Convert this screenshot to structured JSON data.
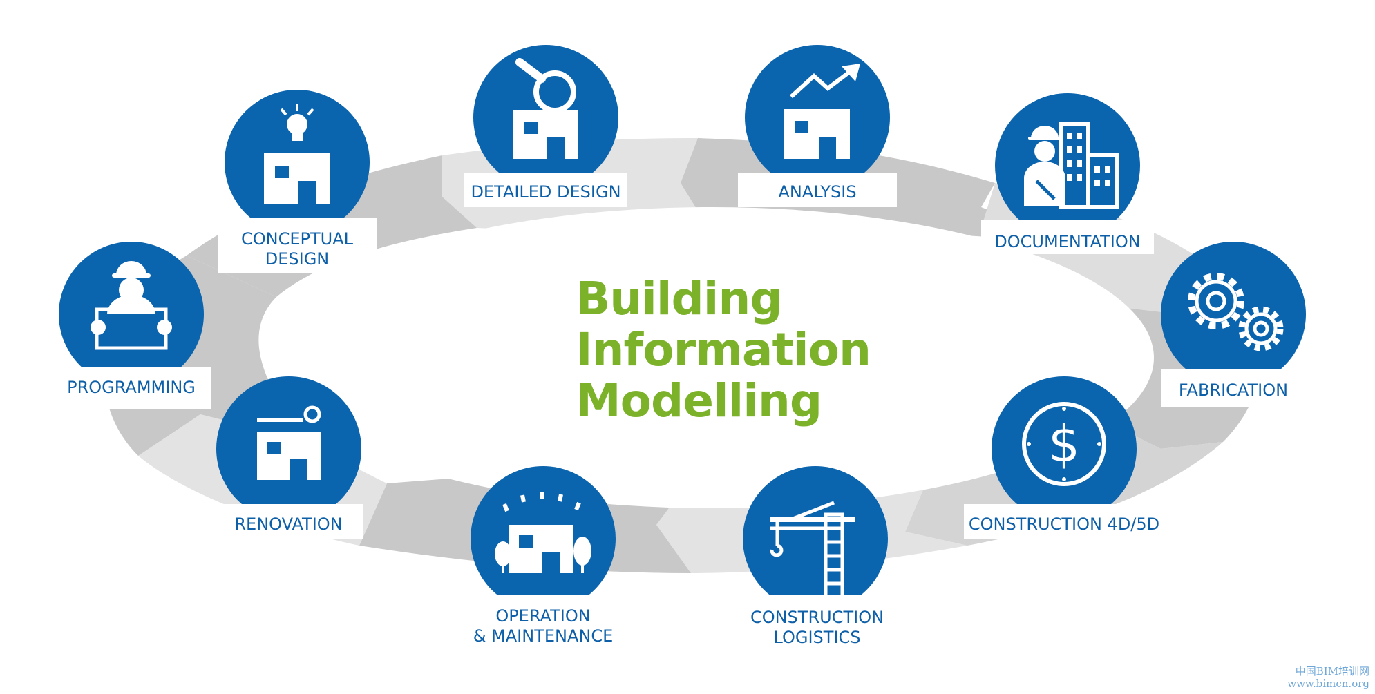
{
  "title": {
    "line1": "Building",
    "line2": "Information",
    "line3": "Modelling"
  },
  "stages": [
    {
      "id": "programming",
      "lines": [
        "PROGRAMMING"
      ]
    },
    {
      "id": "conceptual-design",
      "lines": [
        "CONCEPTUAL",
        "DESIGN"
      ]
    },
    {
      "id": "detailed-design",
      "lines": [
        "DETAILED DESIGN"
      ]
    },
    {
      "id": "analysis",
      "lines": [
        "ANALYSIS"
      ]
    },
    {
      "id": "documentation",
      "lines": [
        "DOCUMENTATION"
      ]
    },
    {
      "id": "fabrication",
      "lines": [
        "FABRICATION"
      ]
    },
    {
      "id": "construction-4d-5d",
      "lines": [
        "CONSTRUCTION 4D/5D"
      ]
    },
    {
      "id": "construction-logistics",
      "lines": [
        "CONSTRUCTION",
        "LOGISTICS"
      ]
    },
    {
      "id": "operation-maintenance",
      "lines": [
        "OPERATION",
        "& MAINTENANCE"
      ]
    },
    {
      "id": "renovation",
      "lines": [
        "RENOVATION"
      ]
    }
  ],
  "watermark": {
    "line1": "中国BIM培训网",
    "line2": "www.bimcn.org"
  },
  "colors": {
    "circle_blue": "#0b64ae",
    "label_blue": "#0d5fa8",
    "title_green": "#7cb22a",
    "ring_light": "#e4e4e4",
    "ring_dark": "#c9c9c9"
  }
}
